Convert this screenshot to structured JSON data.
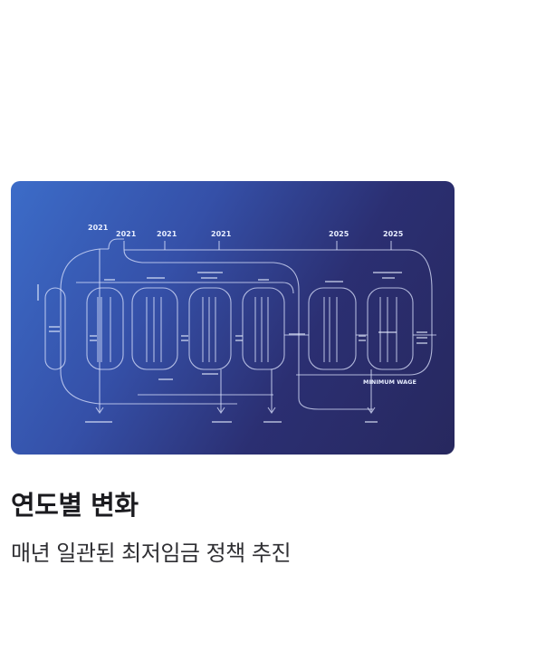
{
  "card": {
    "title": "연도별 변화",
    "subtitle": "매년 일관된 최저임금 정책 추진"
  },
  "illustration": {
    "years": [
      "2021",
      "2021",
      "2021",
      "2021",
      "2025",
      "2025"
    ],
    "caption": "MINIMUM WAGE",
    "colors": {
      "gradient_start": "#3c6cc8",
      "gradient_end": "#27285e",
      "line": "#dfe6ff"
    }
  }
}
